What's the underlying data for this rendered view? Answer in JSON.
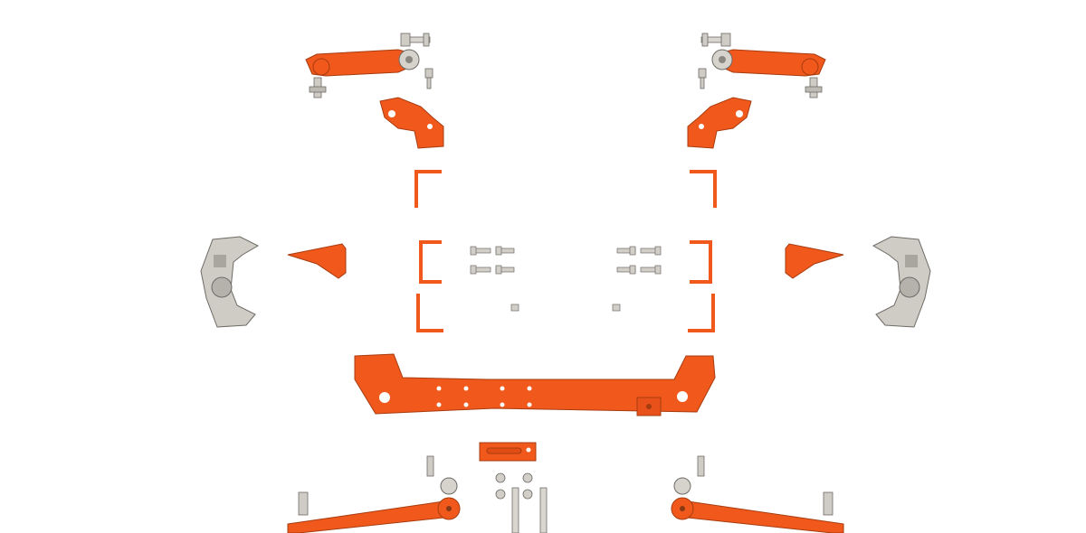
{
  "diagram": {
    "type": "exploded-parts-view",
    "colors": {
      "part_orange": "#f0581c",
      "part_orange_dark": "#b8400f",
      "hardware_gray": "#c9c6c0",
      "hardware_dark": "#7d7a75",
      "background": "#ffffff"
    },
    "parts": [
      "upper-control-arm",
      "upper-arm-mount-bracket",
      "frame-bracket",
      "steering-knuckle",
      "gusset-plate",
      "bolt-set",
      "crossmember",
      "center-bracket",
      "lower-control-arm",
      "long-bolt",
      "nut"
    ]
  }
}
